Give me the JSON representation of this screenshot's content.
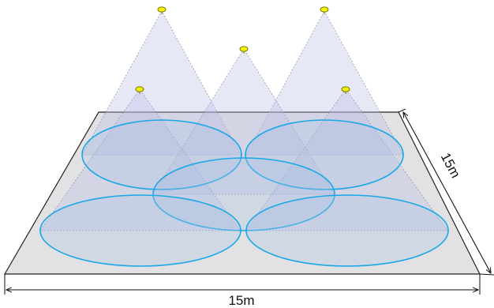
{
  "dimensions": {
    "width_label": "15m",
    "depth_label": "15m"
  },
  "lights": [
    {
      "id": "light-back-left"
    },
    {
      "id": "light-back-right"
    },
    {
      "id": "light-center"
    },
    {
      "id": "light-front-left"
    },
    {
      "id": "light-front-right"
    }
  ],
  "colors": {
    "floor_fill": "#e2e2e4",
    "floor_edge": "#222222",
    "cone_fill": "#b9bde6",
    "cone_edge": "#9a9ab4",
    "ellipse_fill": "#a9c4e4",
    "ellipse_edge": "#1aa7e6",
    "lamp_fill": "#f2f200",
    "lamp_edge": "#6e6e00"
  }
}
